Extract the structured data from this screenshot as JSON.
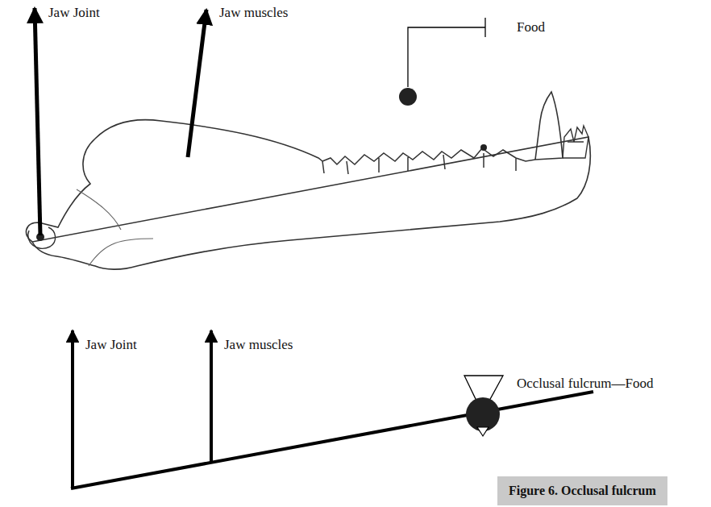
{
  "diagram": {
    "caption": "Figure 6. Occlusal fulcrum",
    "labels": [
      "Jaw Joint",
      "Jaw muscles",
      "Food",
      "Jaw Joint",
      "Jaw muscles",
      "Occlusal fulcrum—Food"
    ]
  }
}
